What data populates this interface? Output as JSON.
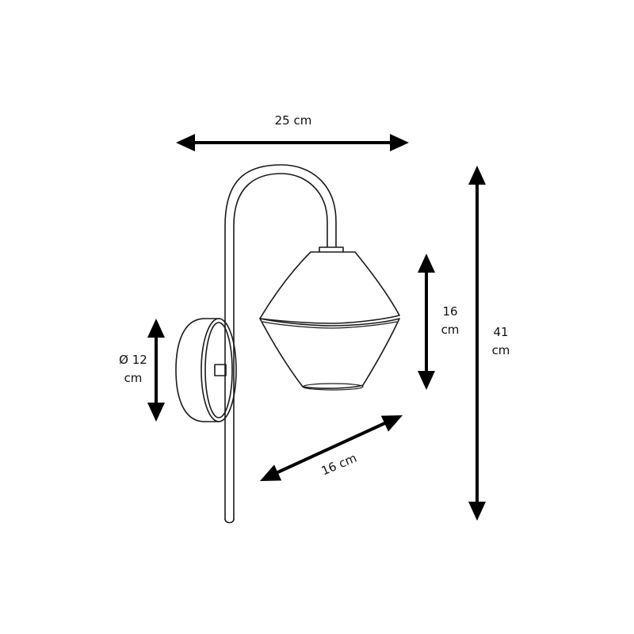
{
  "dimensions": {
    "width": "25 cm",
    "shade_height_value": "16",
    "shade_height_unit": "cm",
    "total_height_value": "41",
    "total_height_unit": "cm",
    "base_diameter_value": "Ø 12",
    "base_diameter_unit": "cm",
    "depth": "16 cm"
  },
  "colors": {
    "line": "#1a1a1a",
    "arrow": "#000000",
    "background": "#ffffff"
  }
}
